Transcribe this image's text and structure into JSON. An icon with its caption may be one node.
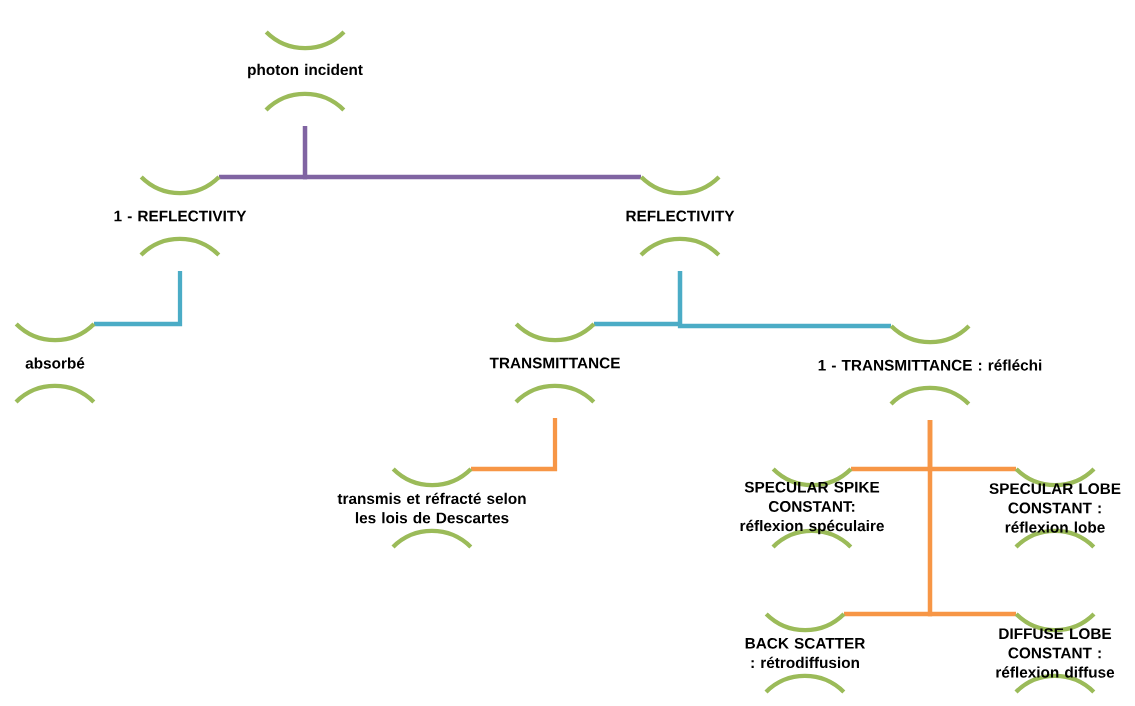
{
  "diagram": {
    "nodes": [
      {
        "text": [
          "photon incident"
        ]
      },
      {
        "text": [
          "1 - REFLECTIVITY"
        ]
      },
      {
        "text": [
          "REFLECTIVITY"
        ]
      },
      {
        "text": [
          "absorbé"
        ]
      },
      {
        "text": [
          "TRANSMITTANCE"
        ]
      },
      {
        "text": [
          "1 - TRANSMITTANCE : réfléchi"
        ]
      },
      {
        "text": [
          "transmis et réfracté selon les lois de Descartes"
        ]
      },
      {
        "text": [
          "SPECULAR SPIKE CONSTANT: réflexion spéculaire"
        ]
      },
      {
        "text": [
          "SPECULAR LOBE CONSTANT : réflexion lobe"
        ]
      },
      {
        "text": [
          "BACK SCATTER : rétrodiffusion"
        ]
      },
      {
        "text": [
          "DIFFUSE LOBE CONSTANT : réflexion diffuse"
        ]
      }
    ],
    "edges": [
      {
        "from": 0,
        "to": 1,
        "arrow": "none",
        "color": "#8064a2"
      },
      {
        "from": 0,
        "to": 2,
        "arrow": "none",
        "color": "#8064a2"
      },
      {
        "from": 1,
        "to": 3,
        "arrow": "none",
        "color": "#4bacc6"
      },
      {
        "from": 2,
        "to": 4,
        "arrow": "none",
        "color": "#4bacc6"
      },
      {
        "from": 2,
        "to": 5,
        "arrow": "none",
        "color": "#4bacc6"
      },
      {
        "from": 4,
        "to": 6,
        "arrow": "none"
      },
      {
        "from": 5,
        "to": 7,
        "arrow": "none"
      },
      {
        "from": 5,
        "to": 8,
        "arrow": "none"
      },
      {
        "from": 5,
        "to": 9,
        "arrow": "none"
      },
      {
        "from": 5,
        "to": 10,
        "arrow": "none"
      }
    ]
  }
}
